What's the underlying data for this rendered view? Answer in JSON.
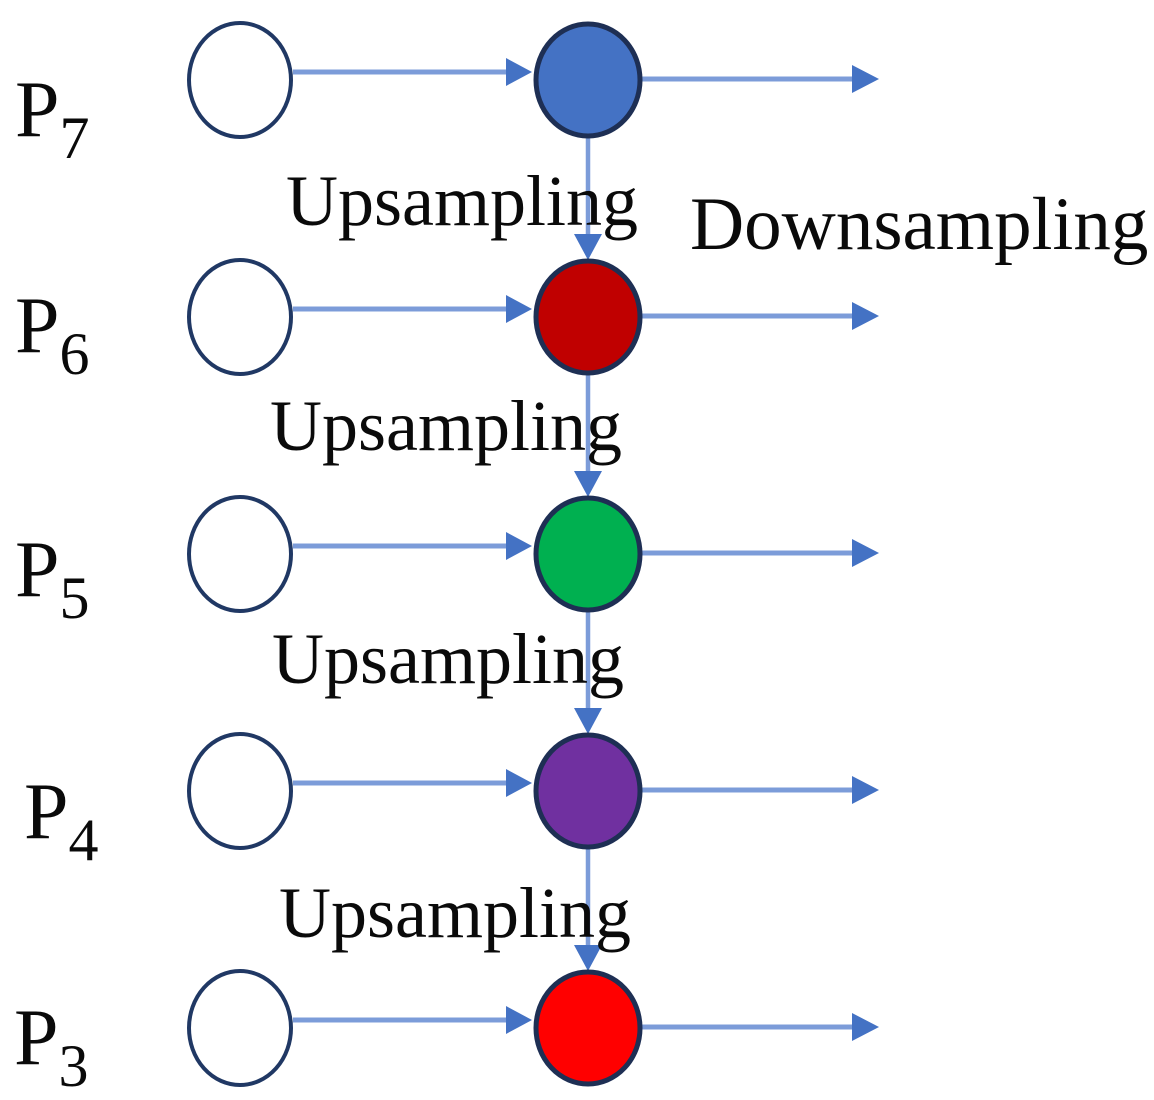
{
  "colors": {
    "background": "#ffffff",
    "arrow_line": "#7C9CD9",
    "arrow_head": "#4472C4",
    "input_node_fill": "#ffffff",
    "input_node_stroke": "#203864",
    "node_stroke": "#1E2F54",
    "text": "#0a0a0a"
  },
  "labels": {
    "downsampling": "Downsampling",
    "upsampling": [
      "Upsampling",
      "Upsampling",
      "Upsampling",
      "Upsampling"
    ]
  },
  "rows": [
    {
      "name": "P7",
      "letter": "P",
      "subscript": "7",
      "node_color": "#4472C4"
    },
    {
      "name": "P6",
      "letter": "P",
      "subscript": "6",
      "node_color": "#C00000"
    },
    {
      "name": "P5",
      "letter": "P",
      "subscript": "5",
      "node_color": "#00B050"
    },
    {
      "name": "P4",
      "letter": "P",
      "subscript": "4",
      "node_color": "#7030A0"
    },
    {
      "name": "P3",
      "letter": "P",
      "subscript": "3",
      "node_color": "#FF0000"
    }
  ]
}
